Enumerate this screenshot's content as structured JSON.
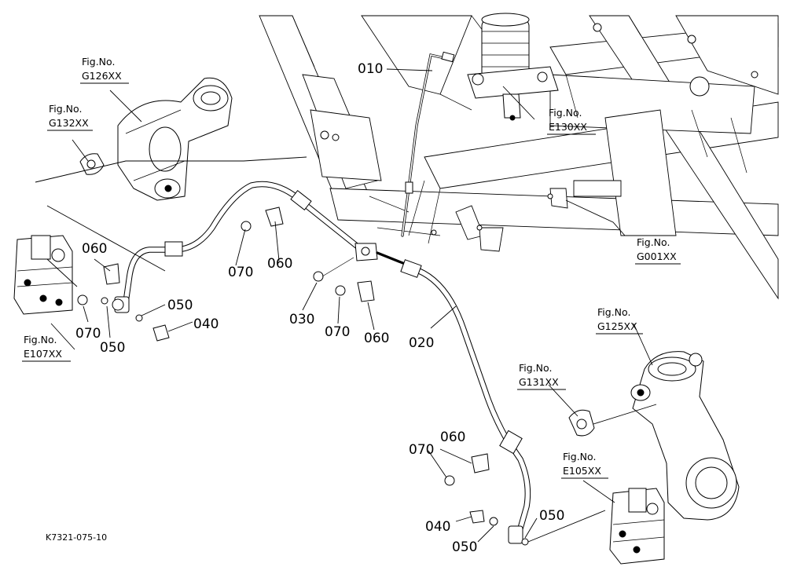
{
  "drawing_id": "K7321-075-10",
  "part_callouts": [
    {
      "id": "p010a",
      "number": "010"
    },
    {
      "id": "p020",
      "number": "020"
    },
    {
      "id": "p030",
      "number": "030"
    },
    {
      "id": "p040a",
      "number": "040"
    },
    {
      "id": "p040b",
      "number": "040"
    },
    {
      "id": "p050a",
      "number": "050"
    },
    {
      "id": "p050b",
      "number": "050"
    },
    {
      "id": "p050c",
      "number": "050"
    },
    {
      "id": "p050d",
      "number": "050"
    },
    {
      "id": "p060a",
      "number": "060"
    },
    {
      "id": "p060b",
      "number": "060"
    },
    {
      "id": "p060c",
      "number": "060"
    },
    {
      "id": "p060d",
      "number": "060"
    },
    {
      "id": "p070a",
      "number": "070"
    },
    {
      "id": "p070b",
      "number": "070"
    },
    {
      "id": "p070c",
      "number": "070"
    },
    {
      "id": "p070d",
      "number": "070"
    }
  ],
  "figure_refs": [
    {
      "id": "g126",
      "prefix": "Fig.No.",
      "code": "G126XX"
    },
    {
      "id": "g132",
      "prefix": "Fig.No.",
      "code": "G132XX"
    },
    {
      "id": "e130",
      "prefix": "Fig.No.",
      "code": "E130XX"
    },
    {
      "id": "g001",
      "prefix": "Fig.No.",
      "code": "G001XX"
    },
    {
      "id": "e107",
      "prefix": "Fig.No.",
      "code": "E107XX"
    },
    {
      "id": "g125",
      "prefix": "Fig.No.",
      "code": "G125XX"
    },
    {
      "id": "g131",
      "prefix": "Fig.No.",
      "code": "G131XX"
    },
    {
      "id": "e105",
      "prefix": "Fig.No.",
      "code": "E105XX"
    }
  ]
}
